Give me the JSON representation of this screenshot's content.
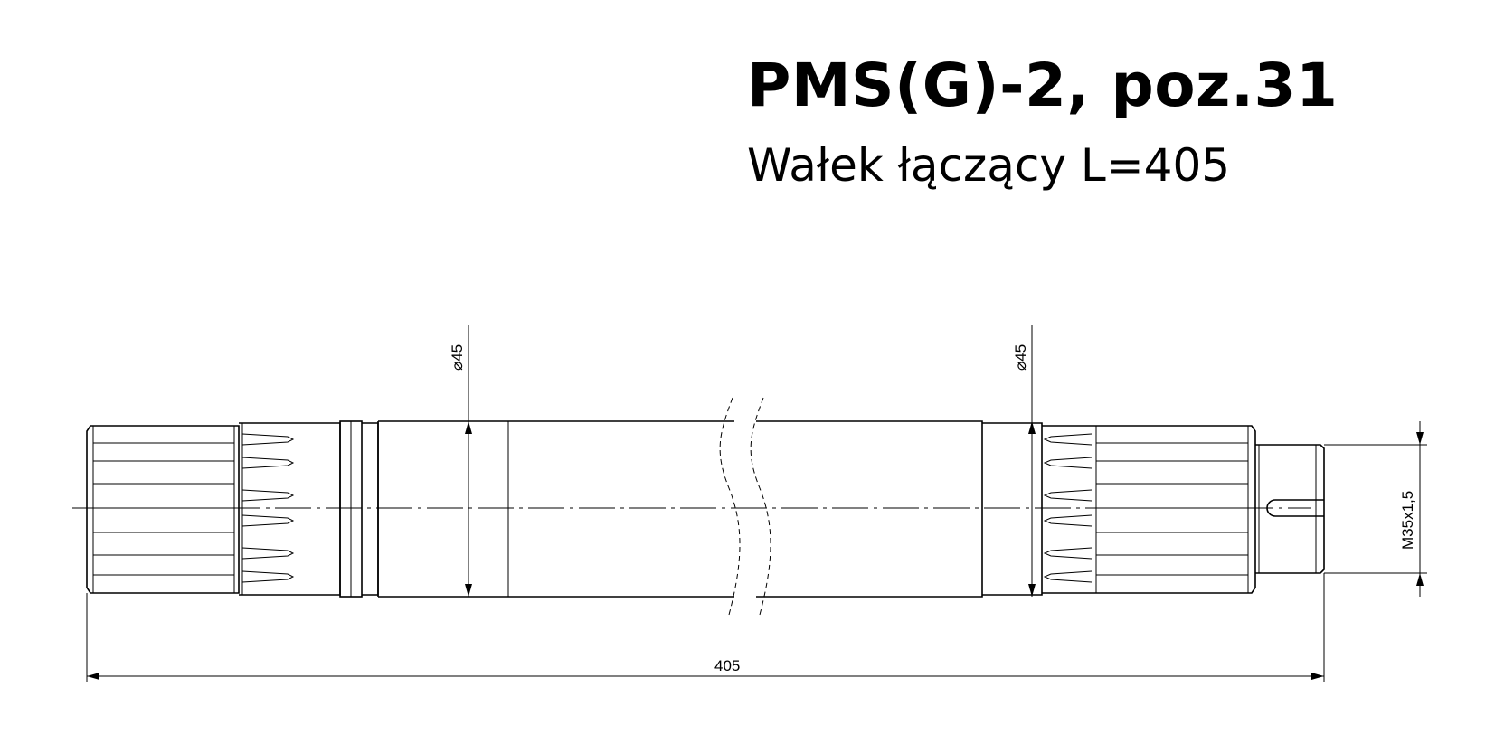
{
  "title": "PMS(G)-2, poz.31",
  "subtitle": "Wałek łączący L=405",
  "dimensions": {
    "overall_length": "405",
    "diameter_left": "⌀45",
    "diameter_right": "⌀45",
    "thread": "M35x1,5"
  }
}
